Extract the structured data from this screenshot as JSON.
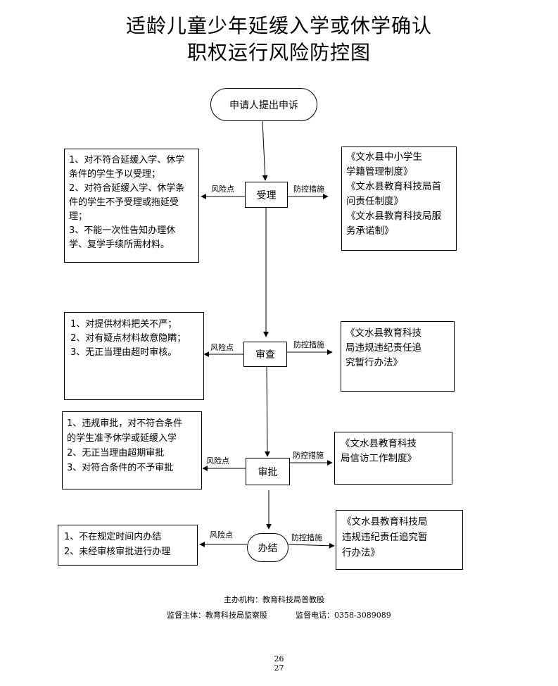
{
  "title": {
    "line1": "适龄儿童少年延缓入学或休学确认",
    "line2": "职权运行风险防控图"
  },
  "labels": {
    "risk": "风险点",
    "control": "防控措施"
  },
  "start": "申请人提出申诉",
  "steps": [
    {
      "name": "受理",
      "risks": [
        "1、对不符合延缓入学、休学",
        "条件的学生予以受理；",
        "2、对符合延缓入学、休学条",
        "件的学生不予受理或拖延受",
        "理；",
        "3、不能一次性告知办理休",
        "学、复学手续所需材料。"
      ],
      "controls": [
        "《文水县中小学生",
        "学籍管理制度》",
        "《文水县教育科技局首",
        "问责任制度》",
        "《文水县教育科技局服",
        "务承诺制》"
      ]
    },
    {
      "name": "审查",
      "risks": [
        "1、对提供材料把关不严；",
        "2、对有疑点材料故意隐瞒；",
        "3、无正当理由超时审核。"
      ],
      "controls": [
        "《文水县教育科技",
        "局违规违纪责任追",
        "究暂行办法》"
      ]
    },
    {
      "name": "审批",
      "risks": [
        "1、违规审批，对不符合条件",
        "的学生准予休学或延缓入学",
        "2、无正当理由超期审批",
        "3、对符合条件的不予审批"
      ],
      "controls": [
        "《文水县教育科技",
        "局信访工作制度》"
      ]
    },
    {
      "name": "办结",
      "risks": [
        "1、不在规定时间内办结",
        "2、未经审核审批进行办理"
      ],
      "controls": [
        "《文水县教育科技局",
        "违规违纪责任追究暂",
        "行办法》"
      ]
    }
  ],
  "footer": {
    "organizer": "主办机构：教育科技局普教股",
    "supervisor": "监督主体：教育科技局监察股",
    "phone_label": "监督电话：",
    "phone": "0358-3089089"
  },
  "page_numbers": [
    "26",
    "27"
  ]
}
